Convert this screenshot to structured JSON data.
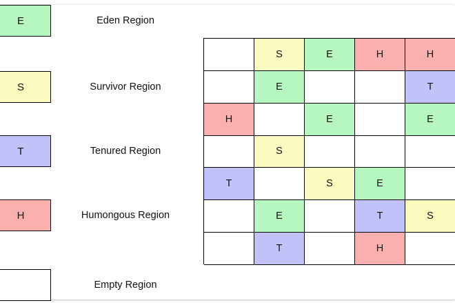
{
  "legend": {
    "items": [
      {
        "symbol": "E",
        "label": "Eden Region",
        "kind": "eden",
        "color": "#b6f7bf"
      },
      {
        "symbol": "S",
        "label": "Survivor Region",
        "kind": "survivor",
        "color": "#fbfbc0"
      },
      {
        "symbol": "T",
        "label": "Tenured Region",
        "kind": "tenured",
        "color": "#c2c2fa"
      },
      {
        "symbol": "H",
        "label": "Humongous Region",
        "kind": "humongous",
        "color": "#fbb0b0"
      },
      {
        "symbol": "",
        "label": "Empty Region",
        "kind": "empty",
        "color": "#ffffff"
      }
    ]
  },
  "heap": {
    "rows": 7,
    "cols": 5,
    "grid": [
      [
        "",
        "S",
        "E",
        "H",
        "H"
      ],
      [
        "",
        "E",
        "",
        "",
        "T"
      ],
      [
        "H",
        "",
        "E",
        "",
        "E"
      ],
      [
        "",
        "S",
        "",
        "",
        ""
      ],
      [
        "T",
        "",
        "S",
        "E",
        ""
      ],
      [
        "",
        "E",
        "",
        "T",
        "S"
      ],
      [
        "",
        "T",
        "",
        "H",
        ""
      ]
    ]
  }
}
